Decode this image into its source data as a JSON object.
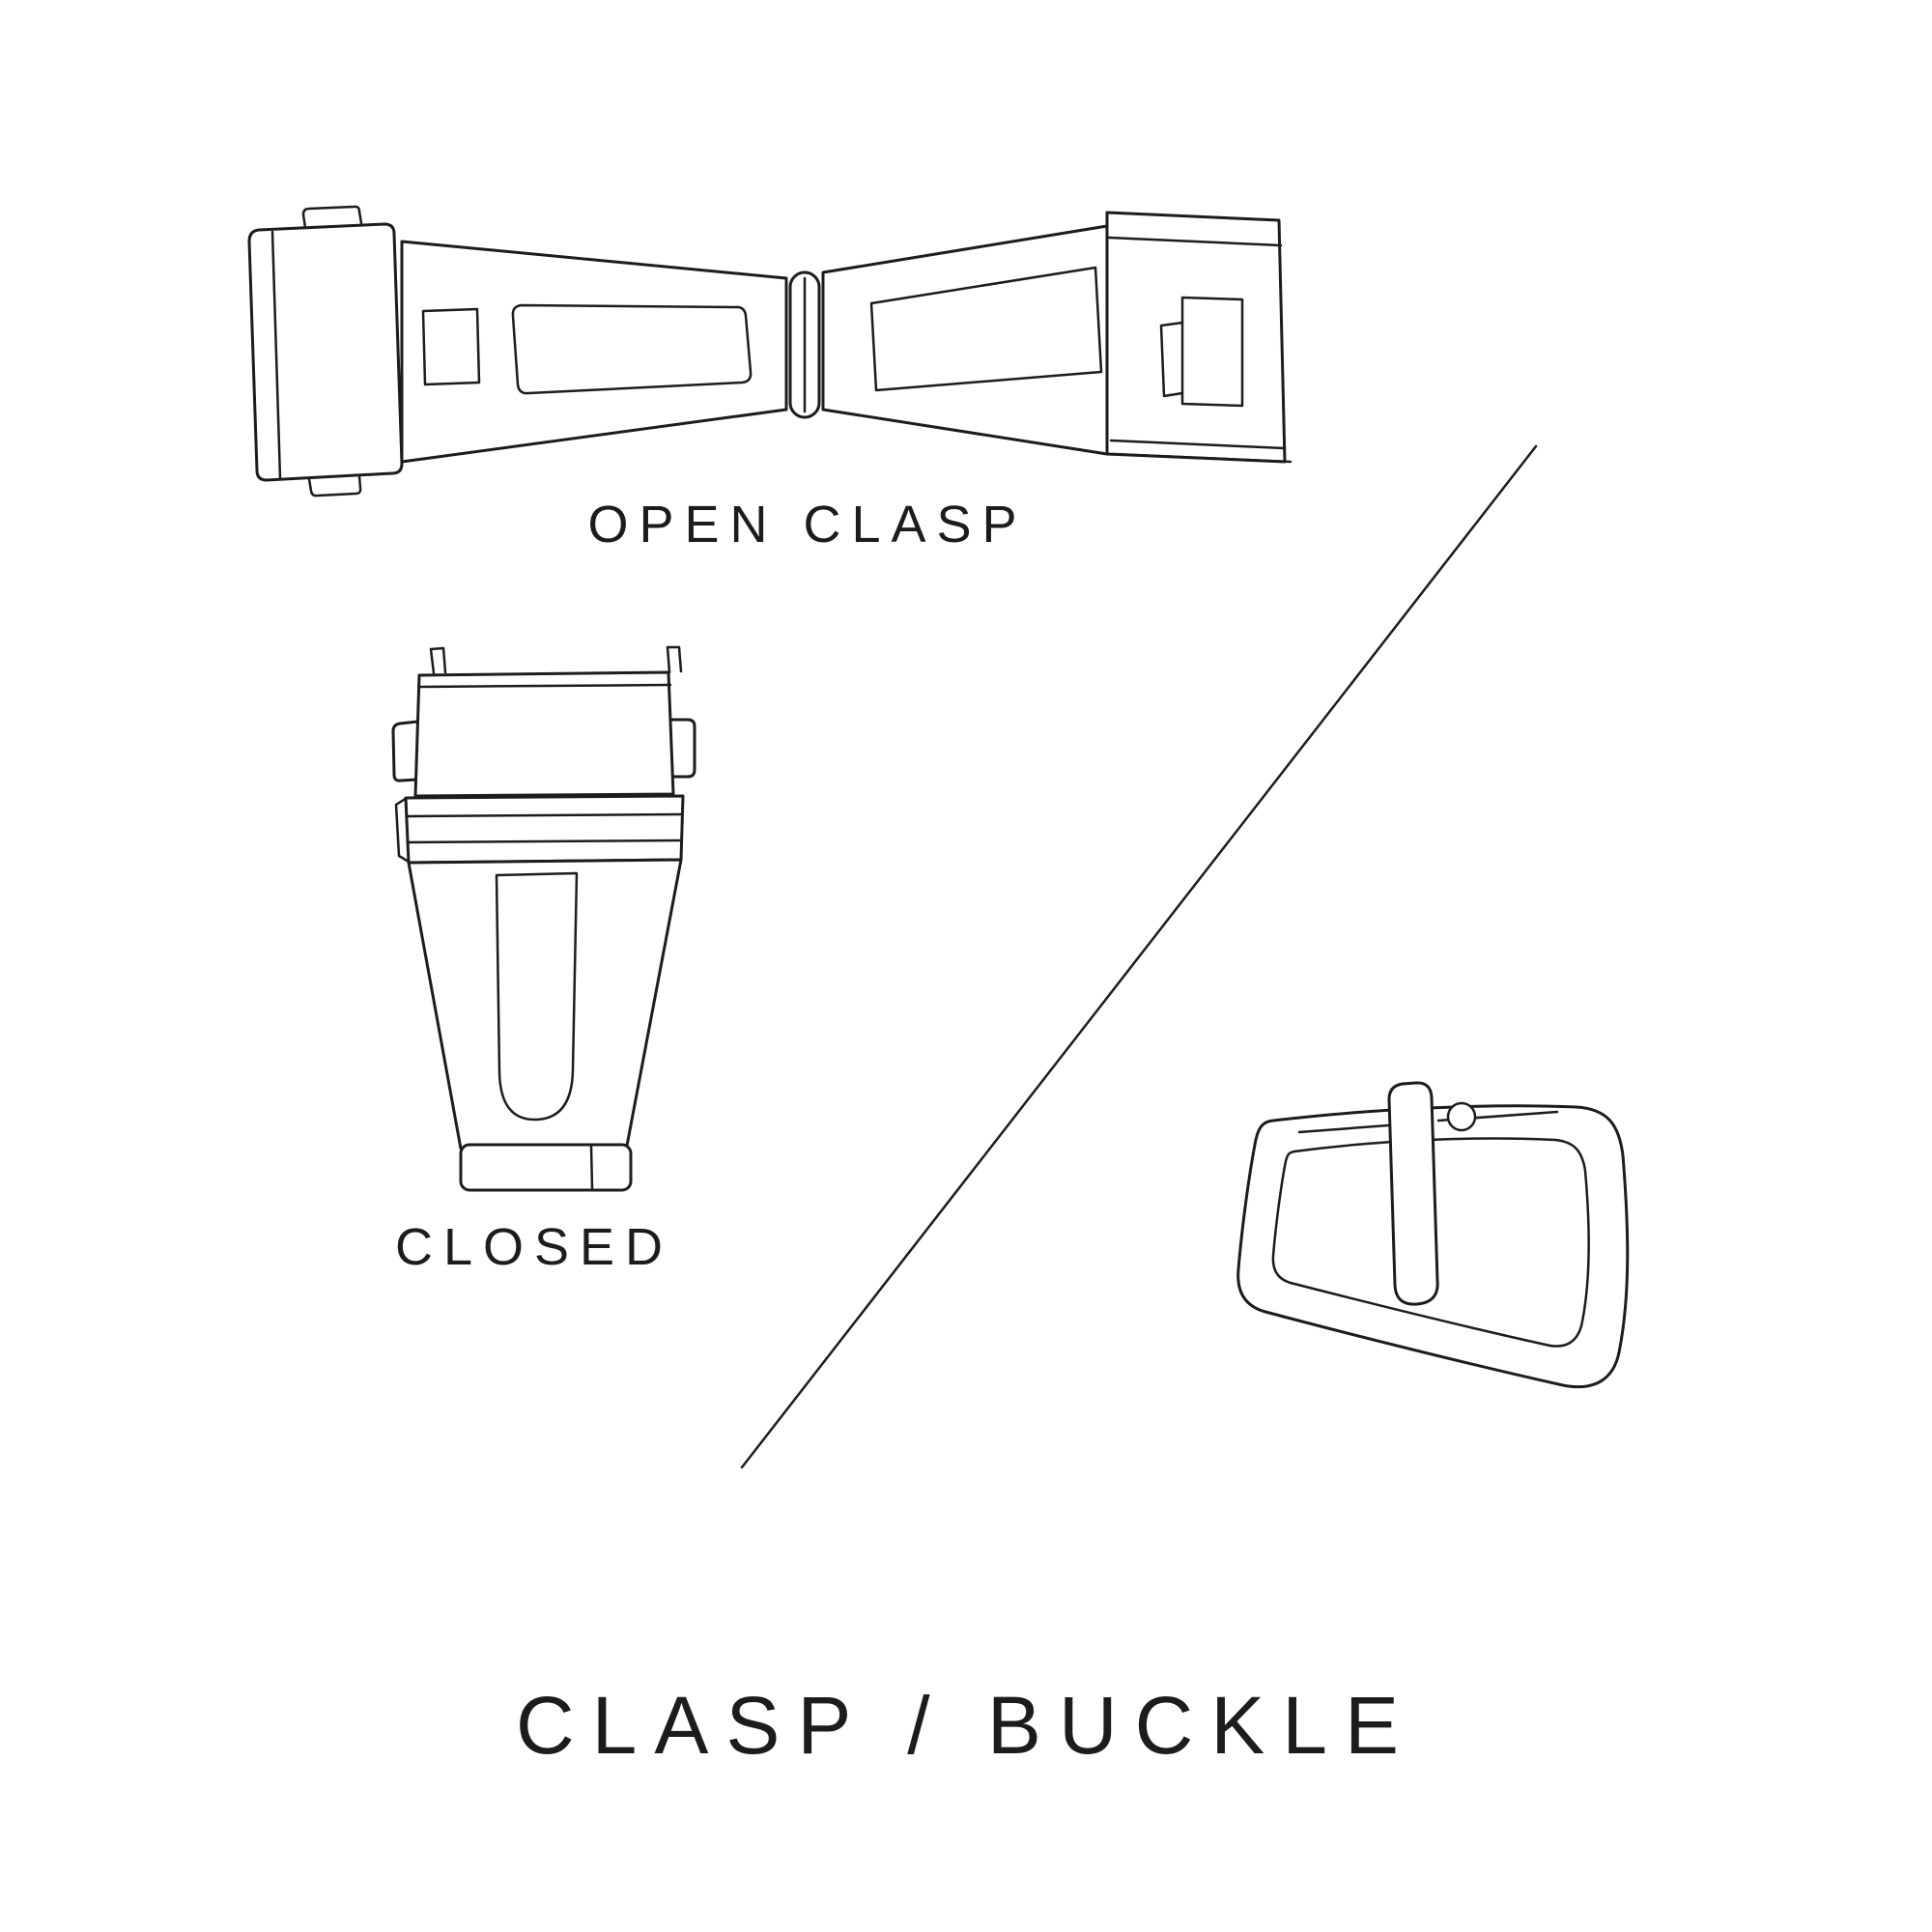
{
  "page": {
    "background": "#ffffff",
    "line_color": "#1c1c1c"
  },
  "diagram": {
    "labels": {
      "open_clasp": "OPEN CLASP",
      "closed": "CLOSED",
      "title": "CLASP / BUCKLE"
    },
    "illustrations": {
      "open_clasp": "watch-clasp-open-top-view",
      "closed_clasp": "watch-clasp-closed-view",
      "buckle": "watch-tang-buckle"
    }
  }
}
